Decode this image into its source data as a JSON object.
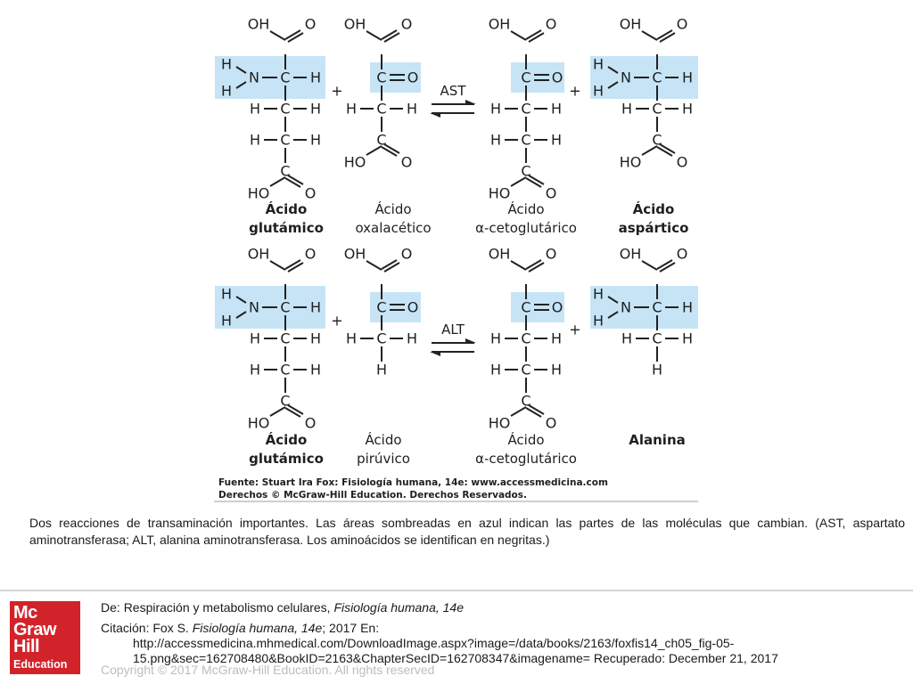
{
  "figure": {
    "atoms": {
      "C": "C",
      "N": "N",
      "O": "O",
      "H": "H",
      "OH": "OH",
      "HO": "HO"
    },
    "plus": "+",
    "reactions": [
      {
        "enzyme": "AST",
        "molecules": [
          {
            "name_line1": "Ácido",
            "name_line2": "glutámico",
            "bold": true
          },
          {
            "name_line1": "Ácido",
            "name_line2": "oxalacético",
            "bold": false
          },
          {
            "name_line1": "Ácido",
            "name_line2": "α-cetoglutárico",
            "bold": false
          },
          {
            "name_line1": "Ácido",
            "name_line2": "aspártico",
            "bold": true
          }
        ]
      },
      {
        "enzyme": "ALT",
        "molecules": [
          {
            "name_line1": "Ácido",
            "name_line2": "glutámico",
            "bold": true
          },
          {
            "name_line1": "Ácido",
            "name_line2": "pirúvico",
            "bold": false
          },
          {
            "name_line1": "Ácido",
            "name_line2": "α-cetoglutárico",
            "bold": false
          },
          {
            "name_line1": "Alanina",
            "name_line2": "",
            "bold": true
          }
        ]
      }
    ],
    "source_line1": "Fuente: Stuart Ira Fox: Fisiología humana, 14e: www.accessmedicina.com",
    "source_line2": "Derechos © McGraw-Hill Education. Derechos Reservados.",
    "highlight_color": "#c6e4f6"
  },
  "caption": "Dos reacciones de transaminación importantes. Las áreas sombreadas en azul indican las partes de las moléculas que cambian. (AST, aspartato aminotransferasa; ALT, alanina aminotransferasa. Los aminoácidos se identifican en negritas.)",
  "logo": {
    "line1": "Mc",
    "line2": "Graw",
    "line3": "Hill",
    "line4": "Education",
    "color": "#d2232a"
  },
  "refs": {
    "from_label": "De: ",
    "from_text": "Respiración y metabolismo celulares, ",
    "from_book": "Fisiología humana, 14e",
    "citation_label": "Citación: ",
    "citation_author": "Fox S. ",
    "citation_book": "Fisiología humana, 14e",
    "citation_rest": "; 2017 En:",
    "url_line1": "http://accessmedicina.mhmedical.com/DownloadImage.aspx?image=/data/books/2163/foxfis14_ch05_fig-05-",
    "url_line2": "15.png&sec=162708480&BookID=2163&ChapterSecID=162708347&imagename= Recuperado: December 21, 2017"
  },
  "copyright": "Copyright © 2017 McGraw-Hill Education. All rights reserved"
}
